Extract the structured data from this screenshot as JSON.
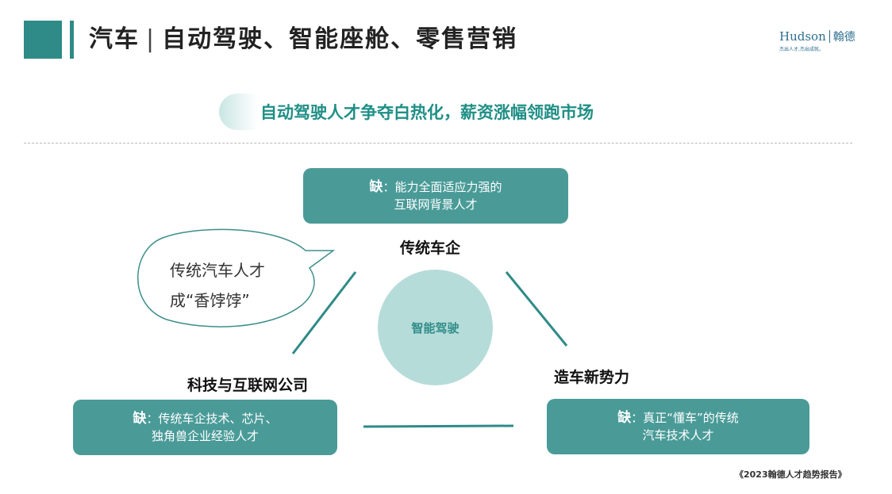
{
  "header": {
    "title_part1": "汽车",
    "separator": "|",
    "title_part2": "自动驾驶、智能座舱、零售营销"
  },
  "logo": {
    "name_en": "Hudson",
    "name_cn": "翰德",
    "slogan": "杰出人才,杰出成就。"
  },
  "subtitle": "自动驾驶人才争夺白热化，薪资涨幅领跑市场",
  "diagram": {
    "center": "智能驾驶",
    "nodes": {
      "top": {
        "label": "传统车企",
        "lack_label": "缺",
        "lack_line1": "：能力全面适应力强的",
        "lack_line2": "互联网背景人才"
      },
      "left": {
        "label": "科技与互联网公司",
        "lack_label": "缺",
        "lack_line1": "：传统车企技术、芯片、",
        "lack_line2": "独角兽企业经验人才"
      },
      "right": {
        "label": "造车新势力",
        "lack_label": "缺",
        "lack_line1": "：真正“懂车”的传统",
        "lack_line2": "汽车技术人才"
      }
    },
    "bubble": {
      "line1": "传统汽车人才",
      "line2": "成“香饽饽”"
    }
  },
  "footer": "《2023翰德人才趋势报告》",
  "colors": {
    "teal": "#2e8b87",
    "box_fill": "#4a9b98",
    "circle_fill": "#b6dcda",
    "subtitle": "#1f8f86"
  }
}
